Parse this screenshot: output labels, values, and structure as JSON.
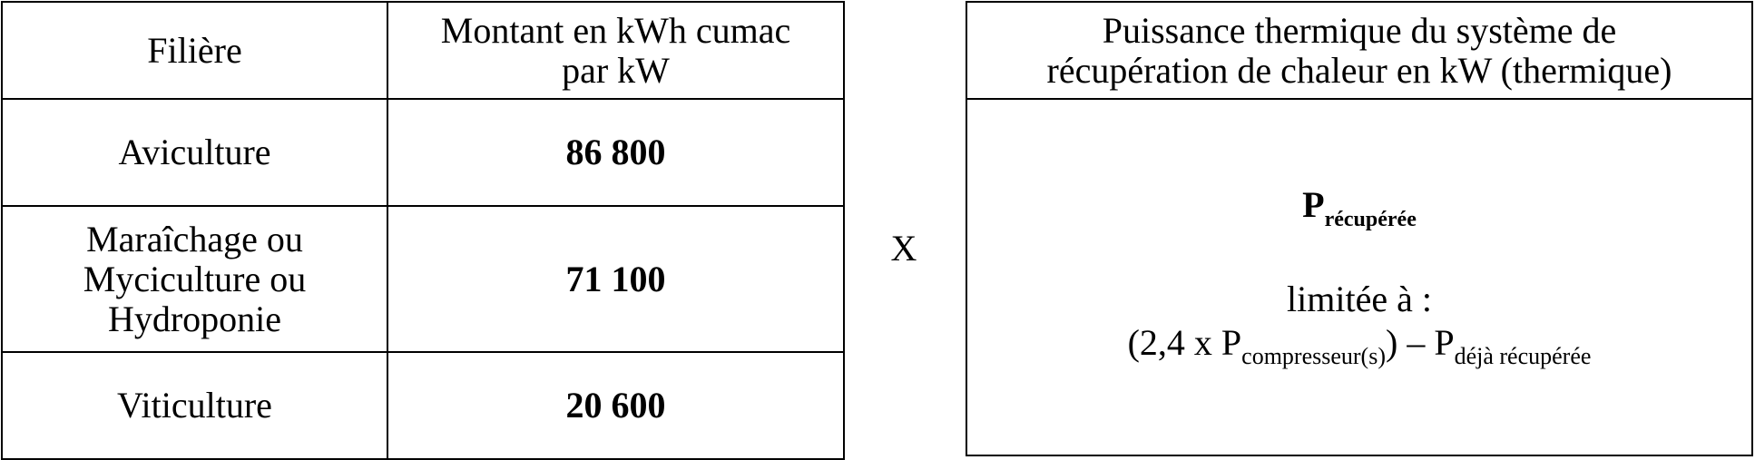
{
  "left_table": {
    "header": {
      "col1": "Filière",
      "col2_line1": "Montant en kWh cumac",
      "col2_line2": "par kW"
    },
    "rows": [
      {
        "filiere_lines": [
          "Aviculture"
        ],
        "montant": "86 800"
      },
      {
        "filiere_lines": [
          "Maraîchage ou",
          "Myciculture ou",
          "Hydroponie"
        ],
        "montant": "71 100"
      },
      {
        "filiere_lines": [
          "Viticulture"
        ],
        "montant": "20 600"
      }
    ]
  },
  "operator": "X",
  "right_table": {
    "header_line1": "Puissance thermique du système de",
    "header_line2": "récupération de chaleur en kW (thermique)",
    "formula": {
      "p_symbol": "P",
      "p_subscript": "récupérée",
      "limit_label": "limitée à :",
      "expr_open": "(2,4 x P",
      "expr_sub1": "compresseur(s)",
      "expr_mid": ") – P",
      "expr_sub2": "déjà récupérée"
    }
  }
}
